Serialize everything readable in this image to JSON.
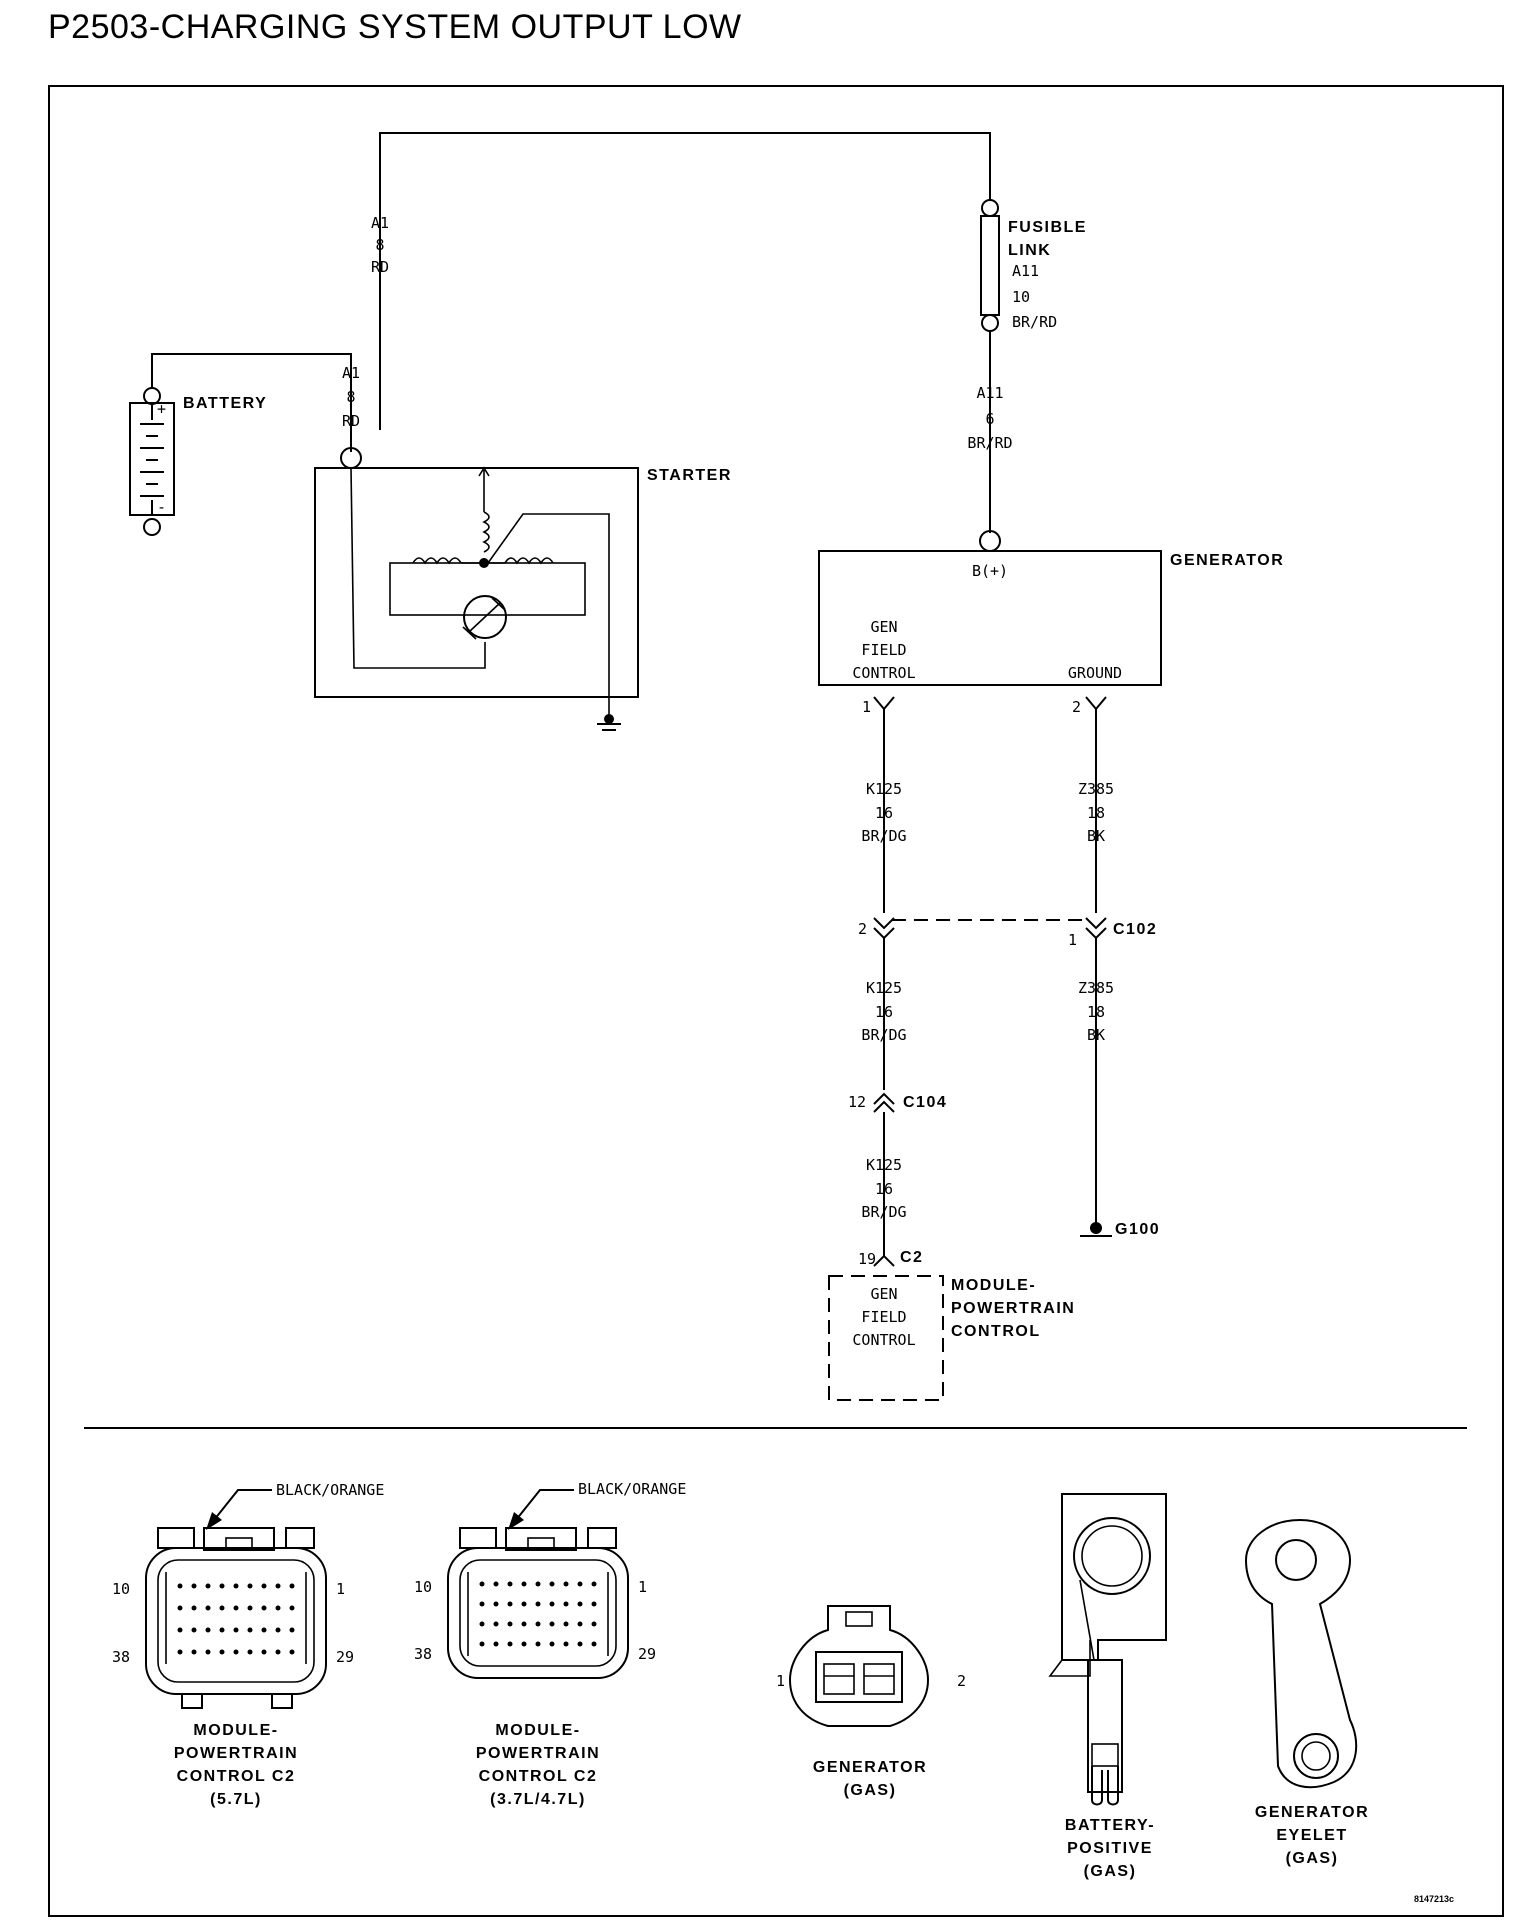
{
  "title": "P2503-CHARGING SYSTEM OUTPUT LOW",
  "components": {
    "battery": "BATTERY",
    "battery_plus": "+",
    "battery_minus": "-",
    "starter": "STARTER",
    "fusible_link_1": "FUSIBLE",
    "fusible_link_2": "LINK",
    "generator": "GENERATOR",
    "gen_b_plus": "B(+)",
    "gen_field_1": "GEN",
    "gen_field_2": "FIELD",
    "gen_field_3": "CONTROL",
    "gen_ground": "GROUND",
    "pcm_1": "MODULE-",
    "pcm_2": "POWERTRAIN",
    "pcm_3": "CONTROL",
    "pcm_field_1": "GEN",
    "pcm_field_2": "FIELD",
    "pcm_field_3": "CONTROL"
  },
  "wires": {
    "a1_top": {
      "circuit": "A1",
      "gauge": "8",
      "color": "RD"
    },
    "a1_low": {
      "circuit": "A1",
      "gauge": "8",
      "color": "RD"
    },
    "fuse": {
      "circuit": "A11",
      "gauge": "10",
      "color": "BR/RD"
    },
    "a11": {
      "circuit": "A11",
      "gauge": "6",
      "color": "BR/RD"
    },
    "k125_a": {
      "circuit": "K125",
      "gauge": "16",
      "color": "BR/DG"
    },
    "k125_b": {
      "circuit": "K125",
      "gauge": "16",
      "color": "BR/DG"
    },
    "k125_c": {
      "circuit": "K125",
      "gauge": "16",
      "color": "BR/DG"
    },
    "z385_a": {
      "circuit": "Z385",
      "gauge": "18",
      "color": "BK"
    },
    "z385_b": {
      "circuit": "Z385",
      "gauge": "18",
      "color": "BK"
    }
  },
  "connectors": {
    "gen_pin1": "1",
    "gen_pin2": "2",
    "c102": "C102",
    "c102_pin2": "2",
    "c102_pin1": "1",
    "c104": "C104",
    "c104_pin": "12",
    "c2": "C2",
    "c2_pin": "19",
    "g100": "G100"
  },
  "views": {
    "pcm57": {
      "pin_tl": "10",
      "pin_tr": "1",
      "pin_bl": "38",
      "pin_br": "29",
      "color": "BLACK/ORANGE",
      "cap1": "MODULE-",
      "cap2": "POWERTRAIN",
      "cap3": "CONTROL C2",
      "cap4": "(5.7L)"
    },
    "pcm47": {
      "pin_tl": "10",
      "pin_tr": "1",
      "pin_bl": "38",
      "pin_br": "29",
      "color": "BLACK/ORANGE",
      "cap1": "MODULE-",
      "cap2": "POWERTRAIN",
      "cap3": "CONTROL C2",
      "cap4": "(3.7L/4.7L)"
    },
    "gen": {
      "pin_l": "1",
      "pin_r": "2",
      "cap1": "GENERATOR",
      "cap2": "(GAS)"
    },
    "batt": {
      "cap1": "BATTERY-",
      "cap2": "POSITIVE",
      "cap3": "(GAS)"
    },
    "eyelet": {
      "cap1": "GENERATOR",
      "cap2": "EYELET",
      "cap3": "(GAS)"
    }
  },
  "figure_id": "8147213c"
}
